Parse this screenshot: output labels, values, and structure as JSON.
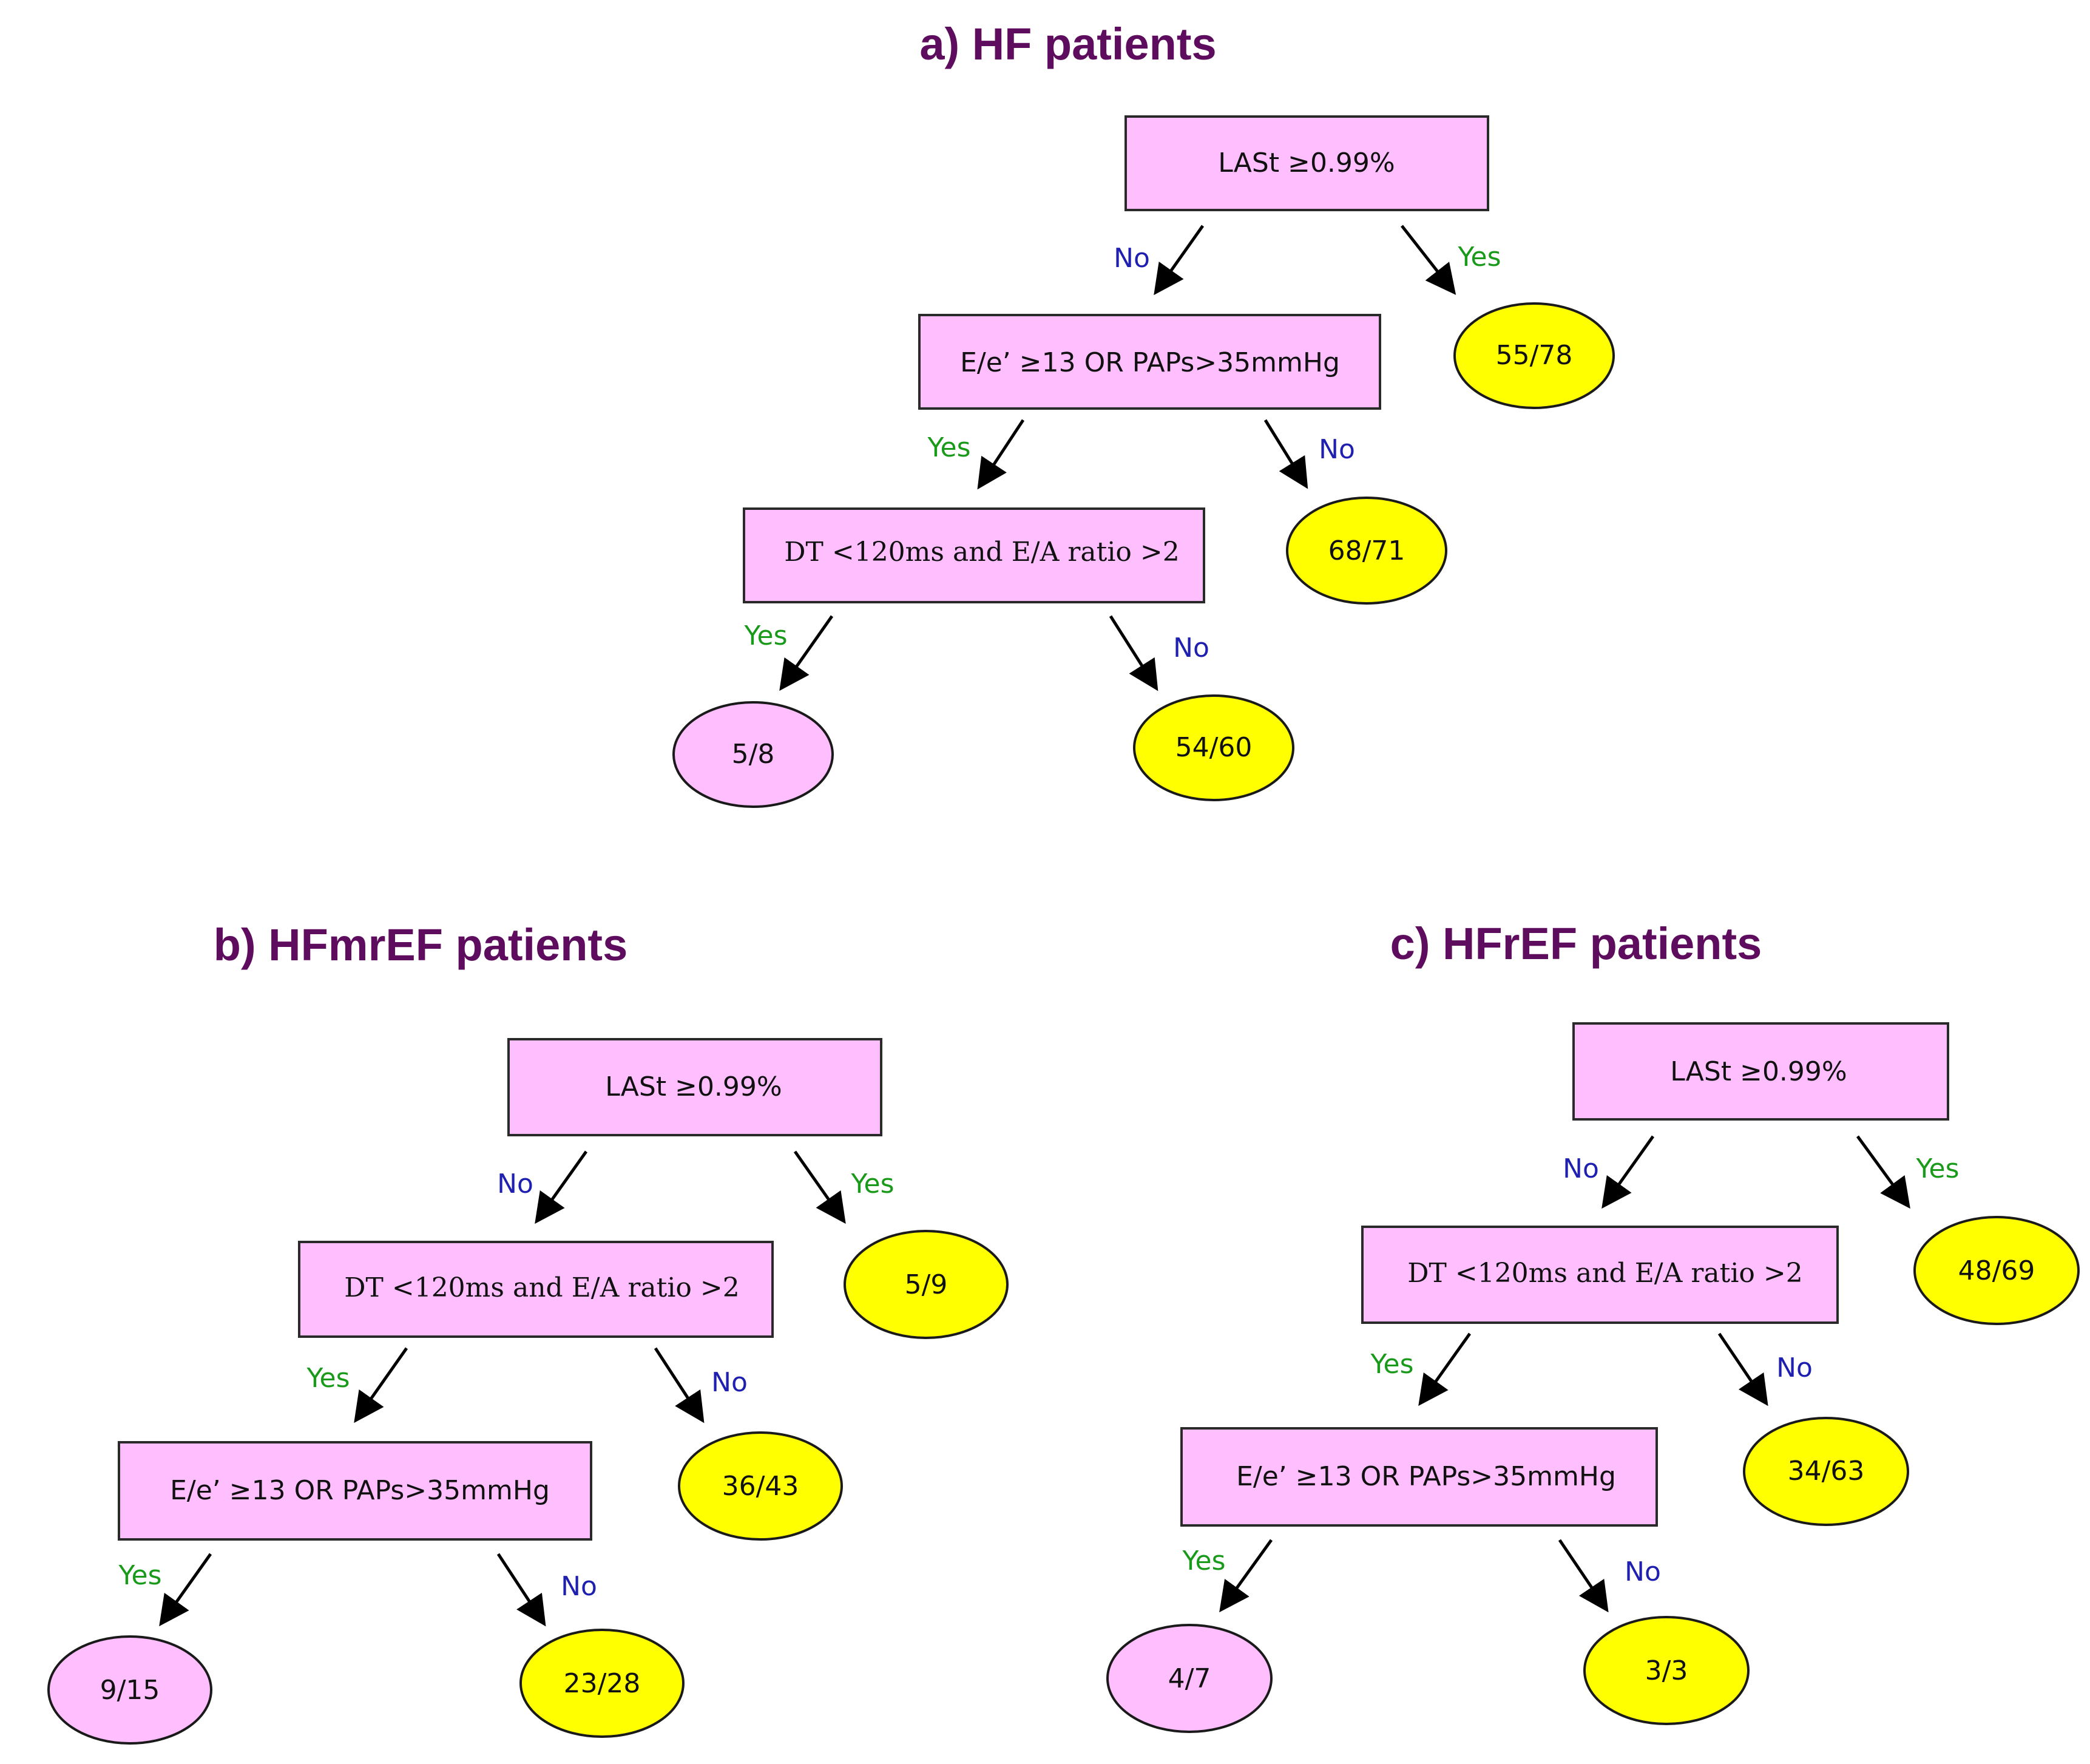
{
  "colors": {
    "title": "#5e0c5e",
    "box_fill": "#ffbfff",
    "leaf_yellow": "#ffff00",
    "leaf_pink": "#ffbfff",
    "yes": "#1a9a1a",
    "no": "#1f1fb0"
  },
  "panels": {
    "a": {
      "title": "a) HF patients",
      "n1": "LASt ≥0.99%",
      "n1_no": "No",
      "n1_yes": "Yes",
      "leaf1": "55/78",
      "n2": "E/e’ ≥13 OR PAPs>35mmHg",
      "n2_yes": "Yes",
      "n2_no": "No",
      "leaf2": "68/71",
      "n3": "DT <120ms and E/A ratio >2",
      "n3_yes": "Yes",
      "n3_no": "No",
      "leaf3": "5/8",
      "leaf4": "54/60"
    },
    "b": {
      "title": "b) HFmrEF patients",
      "n1": "LASt ≥0.99%",
      "n1_no": "No",
      "n1_yes": "Yes",
      "leaf1": "5/9",
      "n2": "DT <120ms and E/A ratio >2",
      "n2_yes": "Yes",
      "n2_no": "No",
      "leaf2": "36/43",
      "n3": "E/e’ ≥13 OR PAPs>35mmHg",
      "n3_yes": "Yes",
      "n3_no": "No",
      "leaf3": "9/15",
      "leaf4": "23/28"
    },
    "c": {
      "title": "c) HFrEF patients",
      "n1": "LASt ≥0.99%",
      "n1_no": "No",
      "n1_yes": "Yes",
      "leaf1": "48/69",
      "n2": "DT <120ms and E/A ratio >2",
      "n2_yes": "Yes",
      "n2_no": "No",
      "leaf2": "34/63",
      "n3": "E/e’ ≥13 OR PAPs>35mmHg",
      "n3_yes": "Yes",
      "n3_no": "No",
      "leaf3": "4/7",
      "leaf4": "3/3"
    }
  }
}
